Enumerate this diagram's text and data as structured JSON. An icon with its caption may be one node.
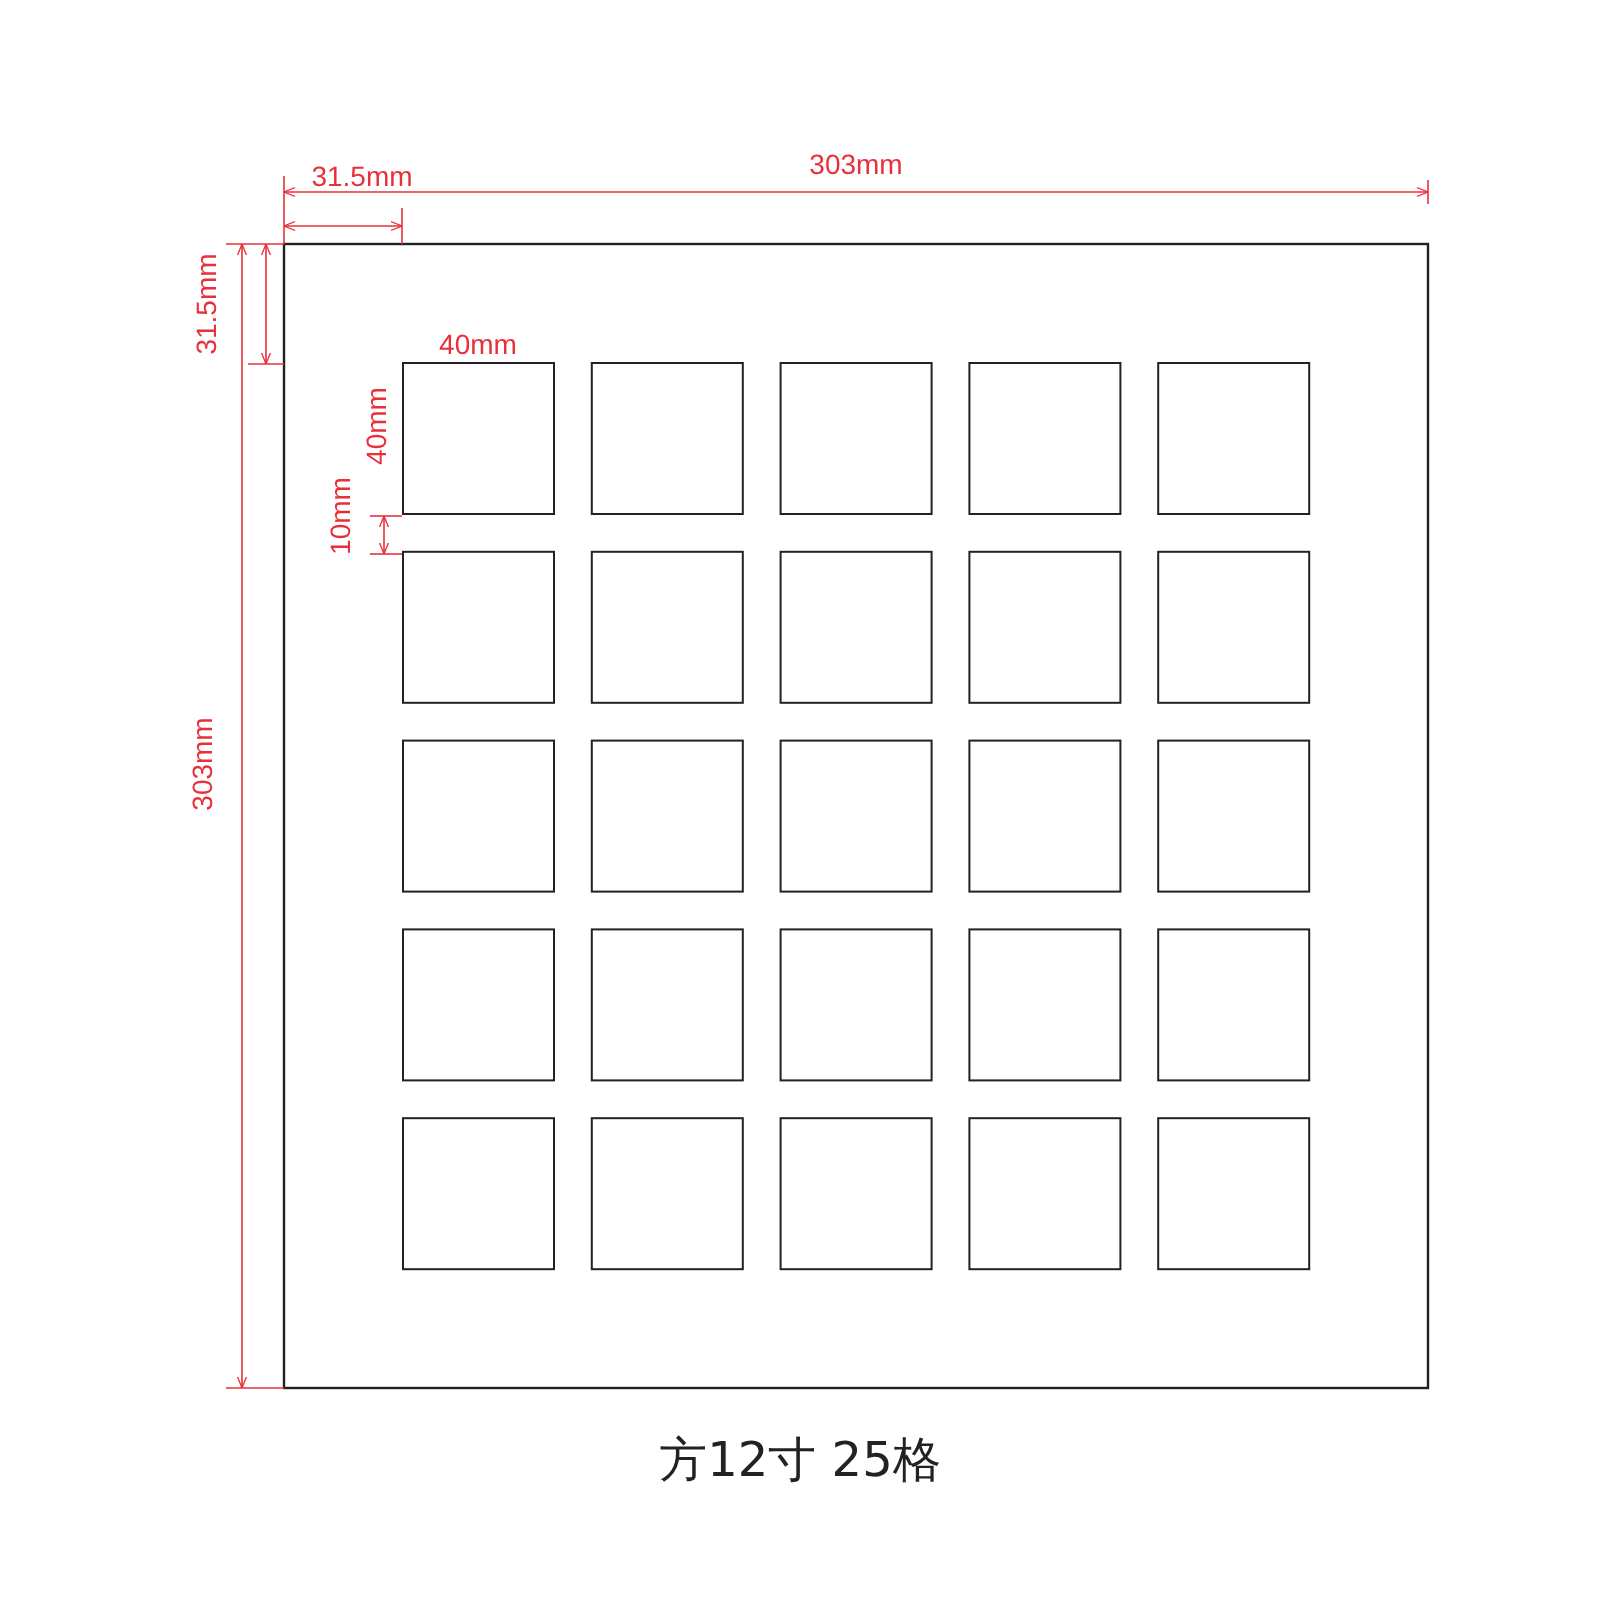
{
  "diagram": {
    "caption": "方12寸 25格",
    "labels": [
      "303mm",
      "31.5mm",
      "31.5mm",
      "40mm",
      "40mm",
      "10mm",
      "303mm"
    ]
  }
}
